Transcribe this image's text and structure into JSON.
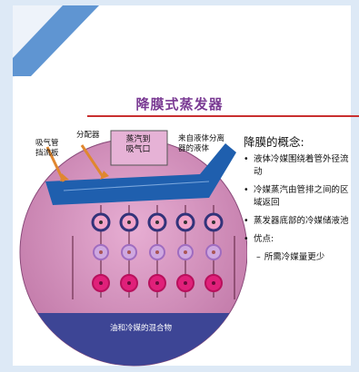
{
  "title": "降膜式蒸发器",
  "diagram": {
    "labels": {
      "suction_baffle": "吸气管\n挡流板",
      "distributor": "分配器",
      "vapor_outlet": "蒸汽到\n吸气口",
      "liquid_inlet": "来自液体分离\n器的液体",
      "mixture": "油和冷媒的混合物"
    },
    "colors": {
      "shell": "#c87cad",
      "shell_light": "#e4a6cf",
      "bottom_pool": "#3d4595",
      "distributor": "#1f5fae",
      "arrow": "#e0872f",
      "tube_outer_top": "#3a3a8a",
      "tube_inner_top": "#f0a0c8",
      "tube_mid": "#cfa8e0",
      "tube_bottom": "#e0207a"
    }
  },
  "notes": {
    "heading": "降膜的概念:",
    "items": [
      "液体冷媒围绕着管外径流动",
      "冷媒蒸汽由管排之间的区域返回",
      "蒸发器底部的冷媒储液池",
      "优点:"
    ],
    "sub_items": [
      "所需冷媒量更少"
    ],
    "bullet": "•",
    "dash": "–"
  }
}
